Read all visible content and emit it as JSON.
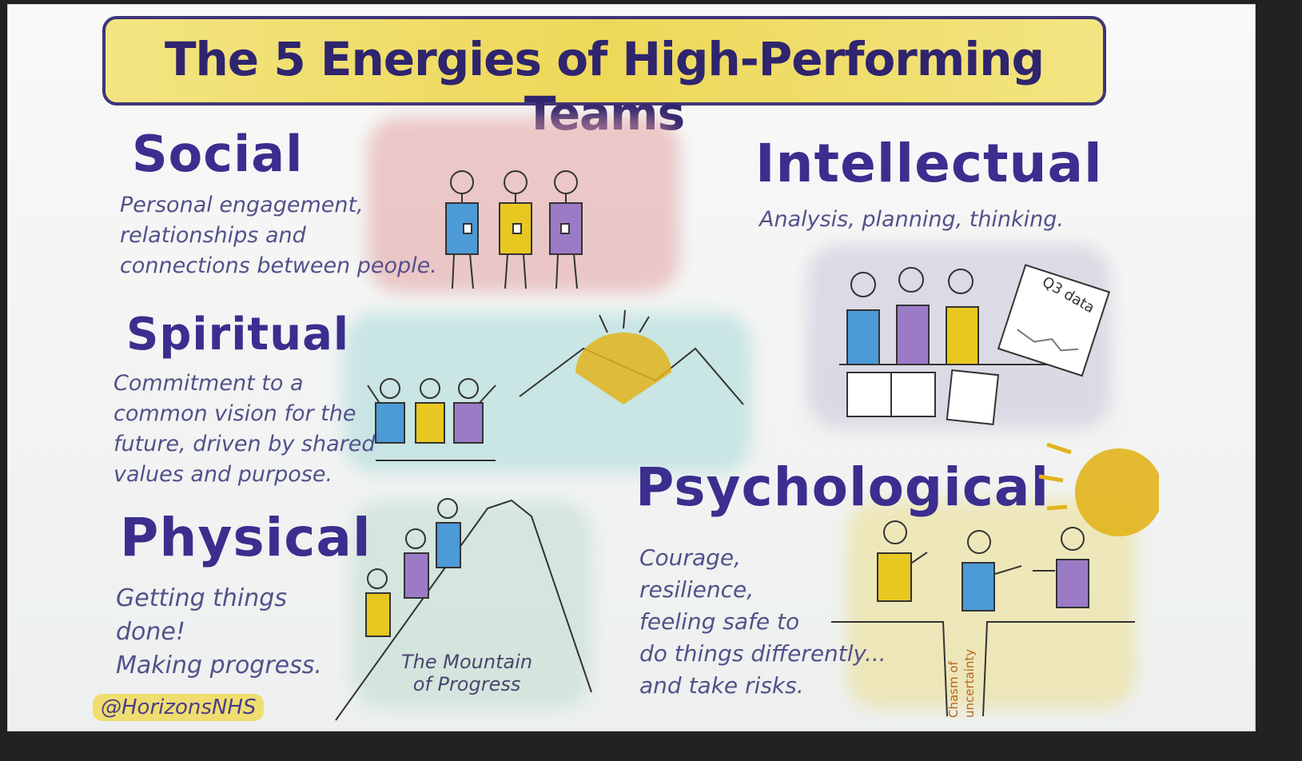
{
  "title": "The 5 Energies of High-Performing Teams",
  "sections": {
    "social": {
      "heading": "Social",
      "lines": [
        "Personal engagement,",
        "relationships and",
        "connections between people."
      ]
    },
    "intellectual": {
      "heading": "Intellectual",
      "lines": [
        "Analysis, planning, thinking."
      ],
      "chart_label": "Q3 data"
    },
    "spiritual": {
      "heading": "Spiritual",
      "lines": [
        "Commitment to a",
        "common vision for the",
        "future, driven by shared",
        "values and purpose."
      ]
    },
    "physical": {
      "heading": "Physical",
      "lines": [
        "Getting things",
        "done!",
        "Making progress."
      ],
      "mountain_label": [
        "The Mountain",
        "of Progress"
      ]
    },
    "psychological": {
      "heading": "Psychological",
      "lines": [
        "Courage,",
        "resilience,",
        "feeling safe to",
        "do things differently...",
        "and take risks."
      ],
      "chasm_label": [
        "Chasm of",
        "uncertainty"
      ]
    }
  },
  "handle": "@HorizonsNHS",
  "colors": {
    "ink": "#3b2e8f",
    "yellow": "#e8c820",
    "blue": "#4c9ad6",
    "purple": "#9b7bc6",
    "pink_wash": "#e6b0b0",
    "teal_wash": "#9fcfd0",
    "grey_wash": "#c9cccc",
    "sun": "#e2b41c"
  }
}
